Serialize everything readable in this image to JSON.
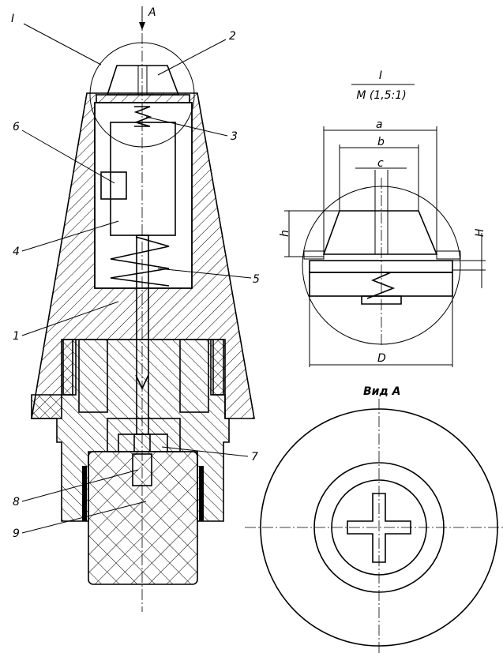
{
  "title": "Cone valve assembly drawing",
  "view_arrow": "A",
  "detail": {
    "label": "I",
    "scale": "M (1,5:1)"
  },
  "dimensions": {
    "a": "a",
    "b": "b",
    "c": "c",
    "h": "h",
    "H": "H",
    "D": "D"
  },
  "view_a_label": "Вид А",
  "callouts": [
    "I",
    "2",
    "3",
    "6",
    "4",
    "5",
    "1",
    "7",
    "8",
    "9"
  ]
}
